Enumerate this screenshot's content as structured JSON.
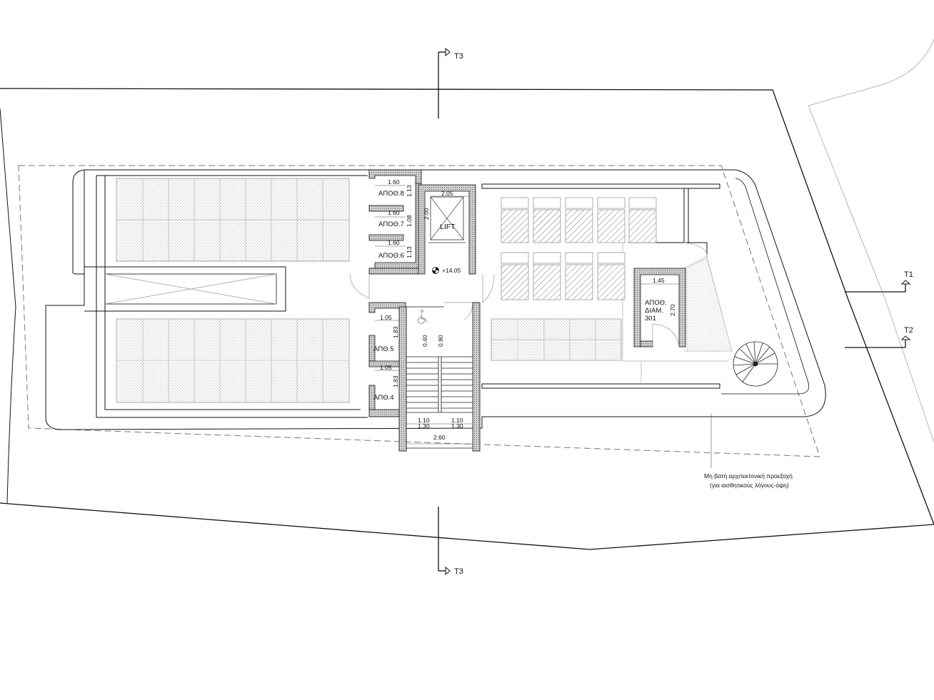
{
  "section_marks": {
    "t3_top": "T3",
    "t3_bottom": "T3",
    "t1": "T1",
    "t2": "T2"
  },
  "rooms": {
    "store8": "ΑΠΟΘ.8",
    "store7": "ΑΠΟΘ.7",
    "store6": "ΑΠΟΘ.6",
    "store5": "ΑΠΘ.5",
    "store4": "ΑΠΘ.4",
    "lift": "LIFT",
    "store301_line1": "ΑΠΟΘ.",
    "store301_line2": "ΔΙΑΜ.",
    "store301_line3": "301"
  },
  "level": "+14.05",
  "dimensions": {
    "store8_w": "1.60",
    "store8_h": "1.13",
    "store7_w": "1.60",
    "store7_h": "1.08",
    "store6_w": "1.60",
    "store6_h": "1.13",
    "lift_w": "2.05",
    "lift_h": "2.00",
    "store5_w": "1.05",
    "store5_h": "1.83",
    "store4_w": "1.05",
    "store4_h": "1.83",
    "door_a": "0.40",
    "door_b": "0.90",
    "stair_left_1": "1.10",
    "stair_left_2": "1.30",
    "stair_right_1": "1.10",
    "stair_right_2": "1.30",
    "stair_total": "2.60",
    "store301_w": "1.45",
    "store301_h": "2.70"
  },
  "annotation": {
    "line1": "Μη βατή αρχιτεκτονική προεξοχή",
    "line2": "(για αισθητικούς λόγους-όψη)"
  },
  "colors": {
    "line": "#111111",
    "light_line": "#9a9a9a",
    "wall_fill": "#bdbdbd"
  }
}
